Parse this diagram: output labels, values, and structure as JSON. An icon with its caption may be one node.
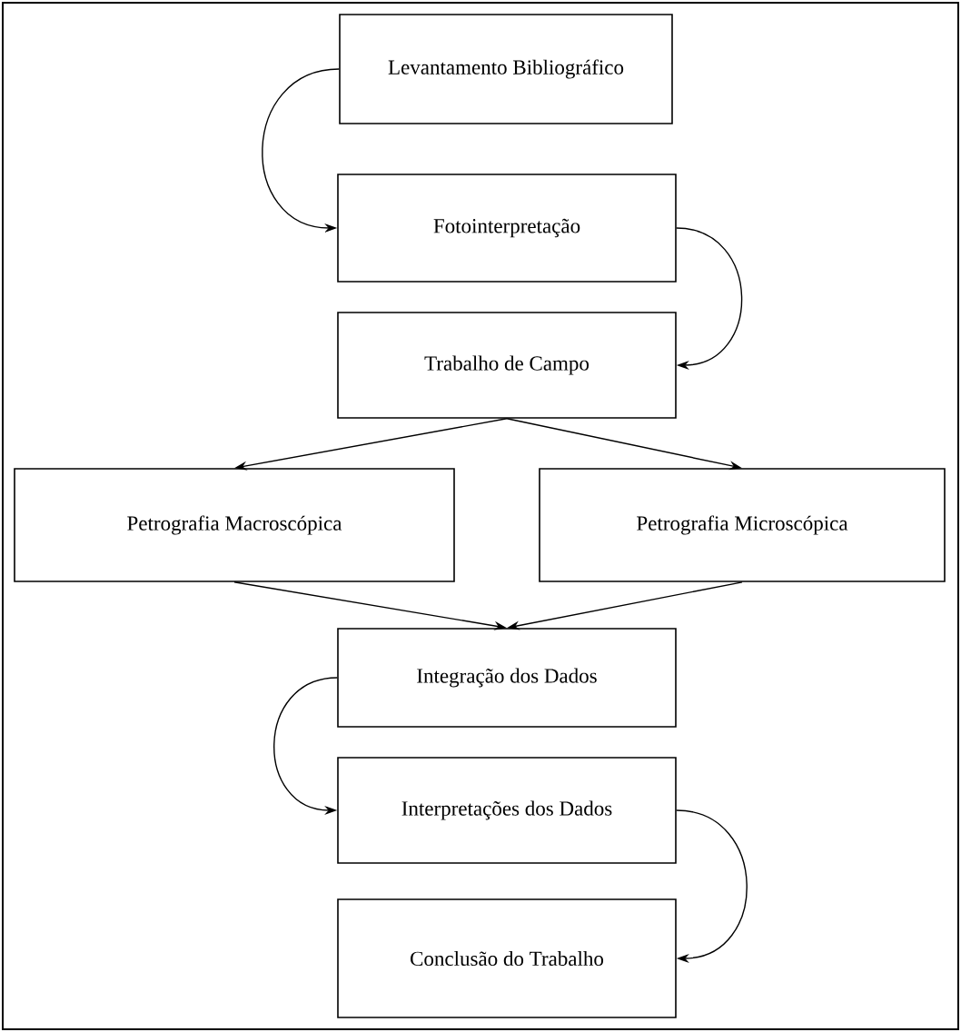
{
  "diagram": {
    "nodes": [
      {
        "text": [
          "Levantamento Bibliográfico"
        ]
      },
      {
        "text": [
          "Fotointerpretação"
        ]
      },
      {
        "text": [
          "Trabalho de Campo"
        ]
      },
      {
        "text": [
          "Petrografia Macroscópica"
        ]
      },
      {
        "text": [
          "Petrografia Microscópica"
        ]
      },
      {
        "text": [
          "Integração dos Dados"
        ]
      },
      {
        "text": [
          "Interpretações dos Dados"
        ]
      },
      {
        "text": [
          "Conclusão do Trabalho"
        ]
      }
    ],
    "edges": [
      {
        "from": 0,
        "to": 1,
        "arrow": "to"
      },
      {
        "from": 1,
        "to": 2,
        "arrow": "to"
      },
      {
        "from": 2,
        "to": 3,
        "arrow": "to"
      },
      {
        "from": 2,
        "to": 4,
        "arrow": "to"
      },
      {
        "from": 3,
        "to": 5,
        "arrow": "to"
      },
      {
        "from": 4,
        "to": 5,
        "arrow": "to"
      },
      {
        "from": 5,
        "to": 6,
        "arrow": "to"
      },
      {
        "from": 6,
        "to": 7,
        "arrow": "to"
      }
    ]
  }
}
